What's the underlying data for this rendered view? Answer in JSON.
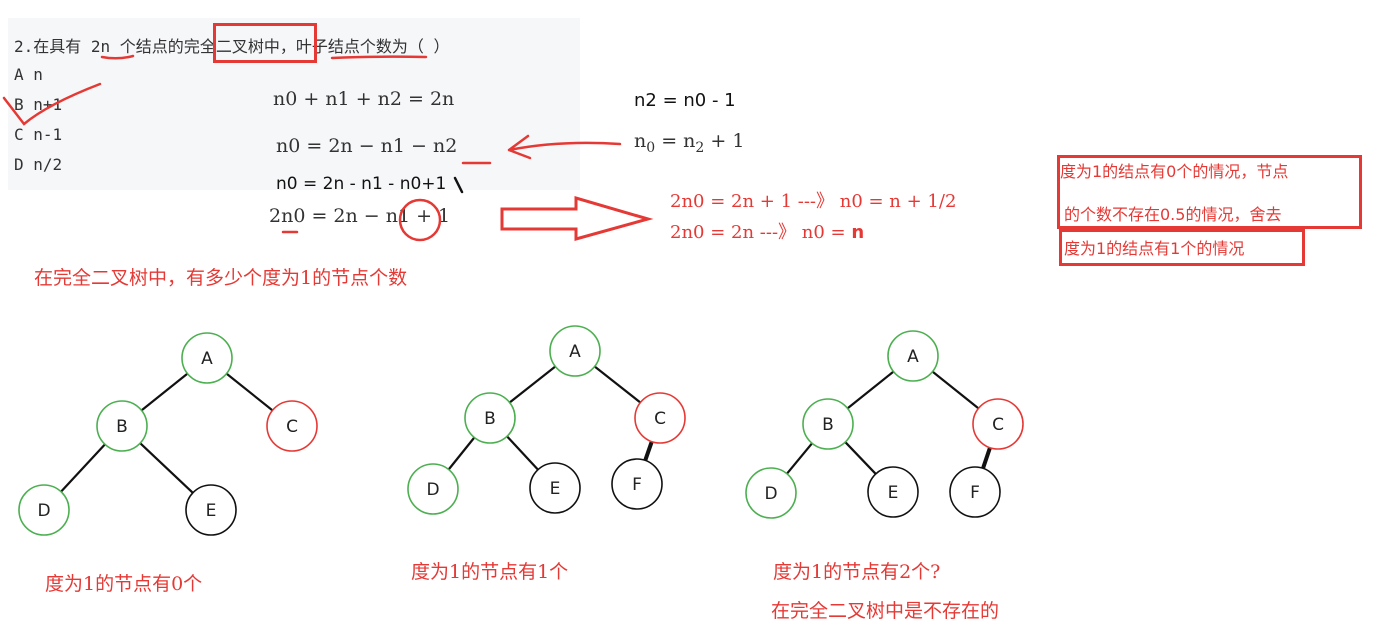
{
  "question": {
    "prefix": "2.在具有 ",
    "n_token": "2n",
    "mid1": " 个结点的",
    "boxed": "完全二叉树",
    "mid2": "中，",
    "underlined": "叶子结点",
    "suffix": "个数为（ ）",
    "options": [
      "A n",
      "B n+1",
      "C n-1",
      "D n/2"
    ]
  },
  "equations": {
    "eq1": "n0  +  n1  +  n2  =  2n",
    "eq2": "n0  =  2n  −  n1  −  n2",
    "eq3": "n0 = 2n - n1 - n0+1",
    "eq4": "2n0  =  2n  −  n1  +  1",
    "eq_right1": "n2 = n0 - 1",
    "eq_right2_a": "n",
    "eq_right2_sub": "0",
    "eq_right2_b": "  =     n",
    "eq_right2_sub2": "2",
    "eq_right2_c": "  +  1",
    "red1": "2n0  =  2n  +  1  ---》 n0  =  n  +  1/2",
    "red2_a": "2n0  =  2n        ---》 n0  =  ",
    "red2_b": "n"
  },
  "callouts": {
    "line1": "度为1的结点有0个的情况，节点",
    "line2": "的个数不存在0.5的情况，舍去",
    "line3": "度为1的结点有1个的情况"
  },
  "headline": "在完全二叉树中，有多少个度为1的节点个数",
  "trees": [
    {
      "nodes": [
        "A",
        "B",
        "C",
        "D",
        "E"
      ],
      "caption": "度为1的节点有0个"
    },
    {
      "nodes": [
        "A",
        "B",
        "C",
        "D",
        "E",
        "F"
      ],
      "caption": "度为1的节点有1个"
    },
    {
      "nodes": [
        "A",
        "B",
        "C",
        "D",
        "E",
        "F"
      ],
      "caption": "度为1的节点有2个?",
      "caption2": "在完全二叉树中是不存在的"
    }
  ],
  "colors": {
    "red": "#e53935",
    "green": "#4caf50",
    "black": "#111111",
    "panel": "#f6f7f9"
  }
}
